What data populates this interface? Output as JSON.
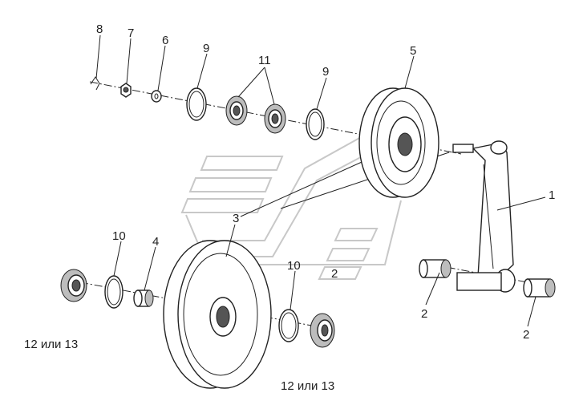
{
  "callouts": {
    "p1": "1",
    "p2a": "2",
    "p2b": "2",
    "p2c": "2",
    "p3": "3",
    "p4": "4",
    "p5": "5",
    "p6": "6",
    "p7": "7",
    "p8": "8",
    "p9a": "9",
    "p9b": "9",
    "p10a": "10",
    "p10b": "10",
    "p11": "11",
    "p12a": "12 или 13",
    "p12b": "12 или 13"
  },
  "watermark_icon": "logo-stripes-watermark"
}
